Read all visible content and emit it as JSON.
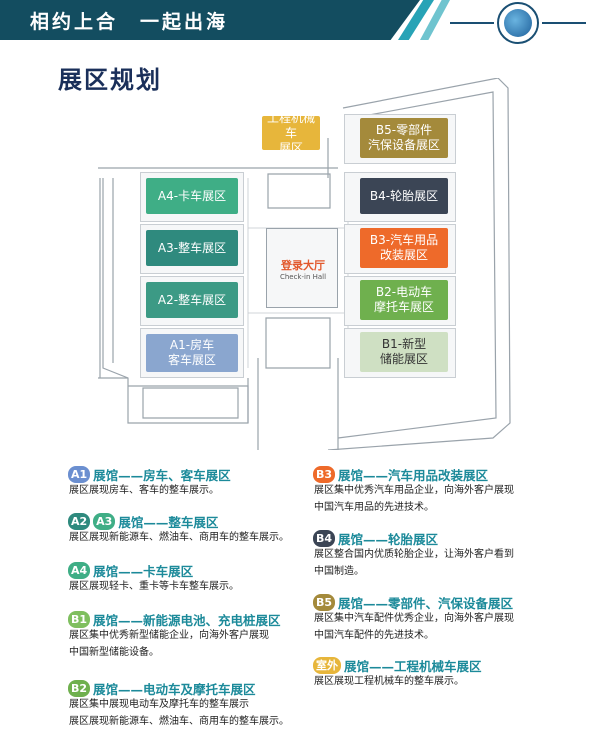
{
  "header": {
    "slogan": "相约上合　一起出海",
    "title": "展区规划"
  },
  "map": {
    "zones": {
      "a4": "A4-卡车展区",
      "a3": "A3-整车展区",
      "a2": "A2-整车展区",
      "a1": "A1-房车\n客车展区",
      "b5": "B5-零部件\n汽保设备展区",
      "b4": "B4-轮胎展区",
      "b3": "B3-汽车用品\n改装展区",
      "b2": "B2-电动车\n摩托车展区",
      "b1": "B1-新型\n储能展区",
      "outdoor": "工程机械车\n展区",
      "checkin": "登录大厅"
    },
    "checkin_en": "Check-in Hall",
    "colors": {
      "a4": "#3fae86",
      "a3": "#2f8a7e",
      "a2": "#3c9a85",
      "a1": "#8aa6cf",
      "b5": "#a48a3b",
      "b4": "#3b4555",
      "b3": "#ee6a2a",
      "b2": "#6fb04e",
      "b1": "#cfe0c3",
      "outdoor": "#e7b63b"
    }
  },
  "legend": {
    "left": [
      {
        "badges": [
          "A1"
        ],
        "title": "展馆——房车、客车展区",
        "lines": [
          "展区展现房车、客车的整车展示。"
        ]
      },
      {
        "badges": [
          "A2",
          "A3"
        ],
        "title": "展馆——整车展区",
        "lines": [
          "展区展现新能源车、燃油车、商用车的整车展示。"
        ]
      },
      {
        "badges": [
          "A4"
        ],
        "title": "展馆——卡车展区",
        "lines": [
          "展区展现轻卡、重卡等卡车整车展示。"
        ]
      },
      {
        "badges": [
          "B1"
        ],
        "title": "展馆——新能源电池、充电桩展区",
        "lines": [
          "展区集中优秀新型储能企业，向海外客户展现",
          "中国新型储能设备。"
        ]
      },
      {
        "badges": [
          "B2"
        ],
        "title": "展馆——电动车及摩托车展区",
        "lines": [
          "展区集中展现电动车及摩托车的整车展示",
          "展区展现新能源车、燃油车、商用车的整车展示。"
        ]
      }
    ],
    "right": [
      {
        "badges": [
          "B3"
        ],
        "title": "展馆——汽车用品改装展区",
        "lines": [
          "展区集中优秀汽车用品企业，向海外客户展现",
          "中国汽车用品的先进技术。"
        ]
      },
      {
        "badges": [
          "B4"
        ],
        "title": "展馆——轮胎展区",
        "lines": [
          "展区整合国内优质轮胎企业，让海外客户看到",
          "中国制造。"
        ]
      },
      {
        "badges": [
          "B5"
        ],
        "title": "展馆——零部件、汽保设备展区",
        "lines": [
          "展区集中汽车配件优秀企业，向海外客户展现",
          "中国汽车配件的先进技术。"
        ]
      },
      {
        "badges": [
          "室外"
        ],
        "title": "展馆——工程机械车展区",
        "lines": [
          "展区展现工程机械车的整车展示。"
        ]
      }
    ],
    "badge_colors": {
      "A1": "#6b8fd0",
      "A2": "#2f8a7e",
      "A3": "#3fae86",
      "A4": "#3fae86",
      "B1": "#7fbf5f",
      "B2": "#6fb04e",
      "B3": "#ee6a2a",
      "B4": "#3b4555",
      "B5": "#a48a3b",
      "室外": "#e7b63b"
    }
  }
}
